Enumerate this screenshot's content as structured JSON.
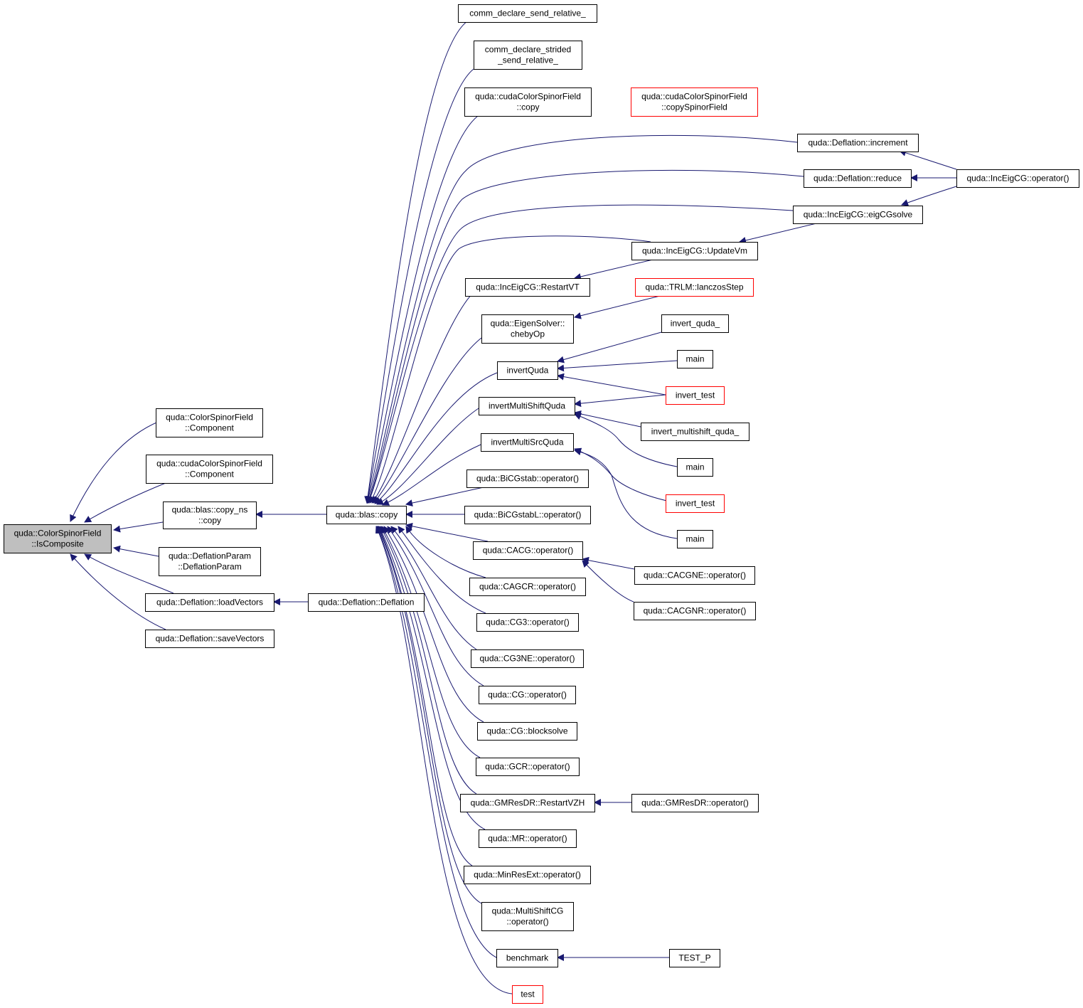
{
  "colors": {
    "edge": "#191970",
    "border": "#000000",
    "truncated_border": "#ff0000",
    "root_fill": "#bfbfbf",
    "background": "#ffffff"
  },
  "nodes": [
    {
      "id": "root",
      "lines": [
        "quda::ColorSpinorField",
        "::IsComposite"
      ],
      "style": "root"
    },
    {
      "id": "csf_component",
      "lines": [
        "quda::ColorSpinorField",
        "::Component"
      ]
    },
    {
      "id": "cuda_csf_component",
      "lines": [
        "quda::cudaColorSpinorField",
        "::Component"
      ]
    },
    {
      "id": "copy_ns",
      "lines": [
        "quda::blas::copy_ns",
        "::copy"
      ]
    },
    {
      "id": "deflation_param",
      "lines": [
        "quda::DeflationParam",
        "::DeflationParam"
      ]
    },
    {
      "id": "load_vectors",
      "lines": [
        "quda::Deflation::loadVectors"
      ]
    },
    {
      "id": "save_vectors",
      "lines": [
        "quda::Deflation::saveVectors"
      ]
    },
    {
      "id": "deflation_ctor",
      "lines": [
        "quda::Deflation::Deflation"
      ]
    },
    {
      "id": "blas_copy",
      "lines": [
        "quda::blas::copy"
      ]
    },
    {
      "id": "comm_send_rel",
      "lines": [
        "comm_declare_send_relative_"
      ]
    },
    {
      "id": "comm_strided",
      "lines": [
        "comm_declare_strided",
        "_send_relative_"
      ]
    },
    {
      "id": "cuda_csf_copy",
      "lines": [
        "quda::cudaColorSpinorField",
        "::copy"
      ]
    },
    {
      "id": "copy_spinor_field",
      "lines": [
        "quda::cudaColorSpinorField",
        "::copySpinorField"
      ],
      "style": "red"
    },
    {
      "id": "defl_increment",
      "lines": [
        "quda::Deflation::increment"
      ]
    },
    {
      "id": "defl_reduce",
      "lines": [
        "quda::Deflation::reduce"
      ]
    },
    {
      "id": "inceig_operator",
      "lines": [
        "quda::IncEigCG::operator()"
      ]
    },
    {
      "id": "eigcgsolve",
      "lines": [
        "quda::IncEigCG::eigCGsolve"
      ]
    },
    {
      "id": "update_vm",
      "lines": [
        "quda::IncEigCG::UpdateVm"
      ]
    },
    {
      "id": "restart_vt",
      "lines": [
        "quda::IncEigCG::RestartVT"
      ]
    },
    {
      "id": "lanczos_step",
      "lines": [
        "quda::TRLM::lanczosStep"
      ],
      "style": "red"
    },
    {
      "id": "cheby_op",
      "lines": [
        "quda::EigenSolver::",
        "chebyOp"
      ]
    },
    {
      "id": "invert_quda_",
      "lines": [
        "invert_quda_"
      ]
    },
    {
      "id": "invert_quda",
      "lines": [
        "invertQuda"
      ]
    },
    {
      "id": "main1",
      "lines": [
        "main"
      ]
    },
    {
      "id": "invert_test1",
      "lines": [
        "invert_test"
      ],
      "style": "red"
    },
    {
      "id": "invert_multishift",
      "lines": [
        "invertMultiShiftQuda"
      ]
    },
    {
      "id": "invert_multishift_",
      "lines": [
        "invert_multishift_quda_"
      ]
    },
    {
      "id": "invert_multisrc",
      "lines": [
        "invertMultiSrcQuda"
      ]
    },
    {
      "id": "main2",
      "lines": [
        "main"
      ]
    },
    {
      "id": "invert_test2",
      "lines": [
        "invert_test"
      ],
      "style": "red"
    },
    {
      "id": "main3",
      "lines": [
        "main"
      ]
    },
    {
      "id": "bicgstab",
      "lines": [
        "quda::BiCGstab::operator()"
      ]
    },
    {
      "id": "bicgstabl",
      "lines": [
        "quda::BiCGstabL::operator()"
      ]
    },
    {
      "id": "cacg",
      "lines": [
        "quda::CACG::operator()"
      ]
    },
    {
      "id": "cacgne",
      "lines": [
        "quda::CACGNE::operator()"
      ]
    },
    {
      "id": "cacgnr",
      "lines": [
        "quda::CACGNR::operator()"
      ]
    },
    {
      "id": "cagcr",
      "lines": [
        "quda::CAGCR::operator()"
      ]
    },
    {
      "id": "cg3",
      "lines": [
        "quda::CG3::operator()"
      ]
    },
    {
      "id": "cg3ne",
      "lines": [
        "quda::CG3NE::operator()"
      ]
    },
    {
      "id": "cg",
      "lines": [
        "quda::CG::operator()"
      ]
    },
    {
      "id": "cg_blocksolve",
      "lines": [
        "quda::CG::blocksolve"
      ]
    },
    {
      "id": "gcr",
      "lines": [
        "quda::GCR::operator()"
      ]
    },
    {
      "id": "gmresdr_restart",
      "lines": [
        "quda::GMResDR::RestartVZH"
      ]
    },
    {
      "id": "gmresdr_op",
      "lines": [
        "quda::GMResDR::operator()"
      ]
    },
    {
      "id": "mr",
      "lines": [
        "quda::MR::operator()"
      ]
    },
    {
      "id": "minresext",
      "lines": [
        "quda::MinResExt::operator()"
      ]
    },
    {
      "id": "multishift_cg",
      "lines": [
        "quda::MultiShiftCG",
        "::operator()"
      ]
    },
    {
      "id": "benchmark",
      "lines": [
        "benchmark"
      ]
    },
    {
      "id": "test_p",
      "lines": [
        "TEST_P"
      ]
    },
    {
      "id": "test",
      "lines": [
        "test"
      ],
      "style": "red"
    }
  ]
}
